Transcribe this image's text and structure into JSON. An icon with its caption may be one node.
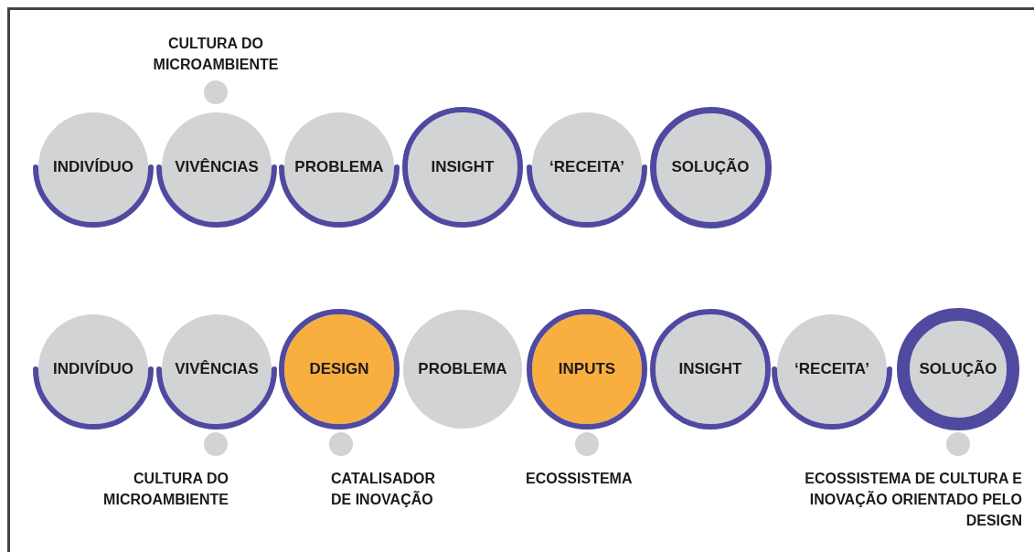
{
  "diagram": {
    "nodes": [
      {
        "text": [
          "INDIVÍDUO"
        ]
      },
      {
        "text": [
          "VIVÊNCIAS"
        ]
      },
      {
        "text": [
          "PROBLEMA"
        ]
      },
      {
        "text": [
          "INSIGHT"
        ]
      },
      {
        "text": [
          "‘RECEITA’"
        ]
      },
      {
        "text": [
          "SOLUÇÃO"
        ]
      },
      {
        "text": [],
        "shape": "circle",
        "beside": [
          "CULTURA DO MICROAMBIENTE"
        ]
      },
      {
        "text": [
          "INDIVÍDUO"
        ]
      },
      {
        "text": [
          "VIVÊNCIAS"
        ]
      },
      {
        "text": [
          "DESIGN"
        ]
      },
      {
        "text": [
          "PROBLEMA"
        ]
      },
      {
        "text": [
          "INPUTS"
        ]
      },
      {
        "text": [
          "INSIGHT"
        ]
      },
      {
        "text": [
          "‘RECEITA’"
        ]
      },
      {
        "text": [
          "SOLUÇÃO"
        ]
      },
      {
        "text": [],
        "shape": "circle",
        "beside": [
          "CULTURA DO MICROAMBIENTE"
        ]
      },
      {
        "text": [],
        "shape": "circle",
        "beside": [
          "CATALISADOR DE INOVAÇÃO"
        ]
      },
      {
        "text": [],
        "shape": "circle",
        "beside": [
          "ECOSSISTEMA"
        ]
      },
      {
        "text": [],
        "shape": "circle",
        "beside": [
          "ECOSSISTEMA DE CULTURA E INOVAÇÃO ORIENTADO PELO DESIGN"
        ]
      }
    ]
  }
}
